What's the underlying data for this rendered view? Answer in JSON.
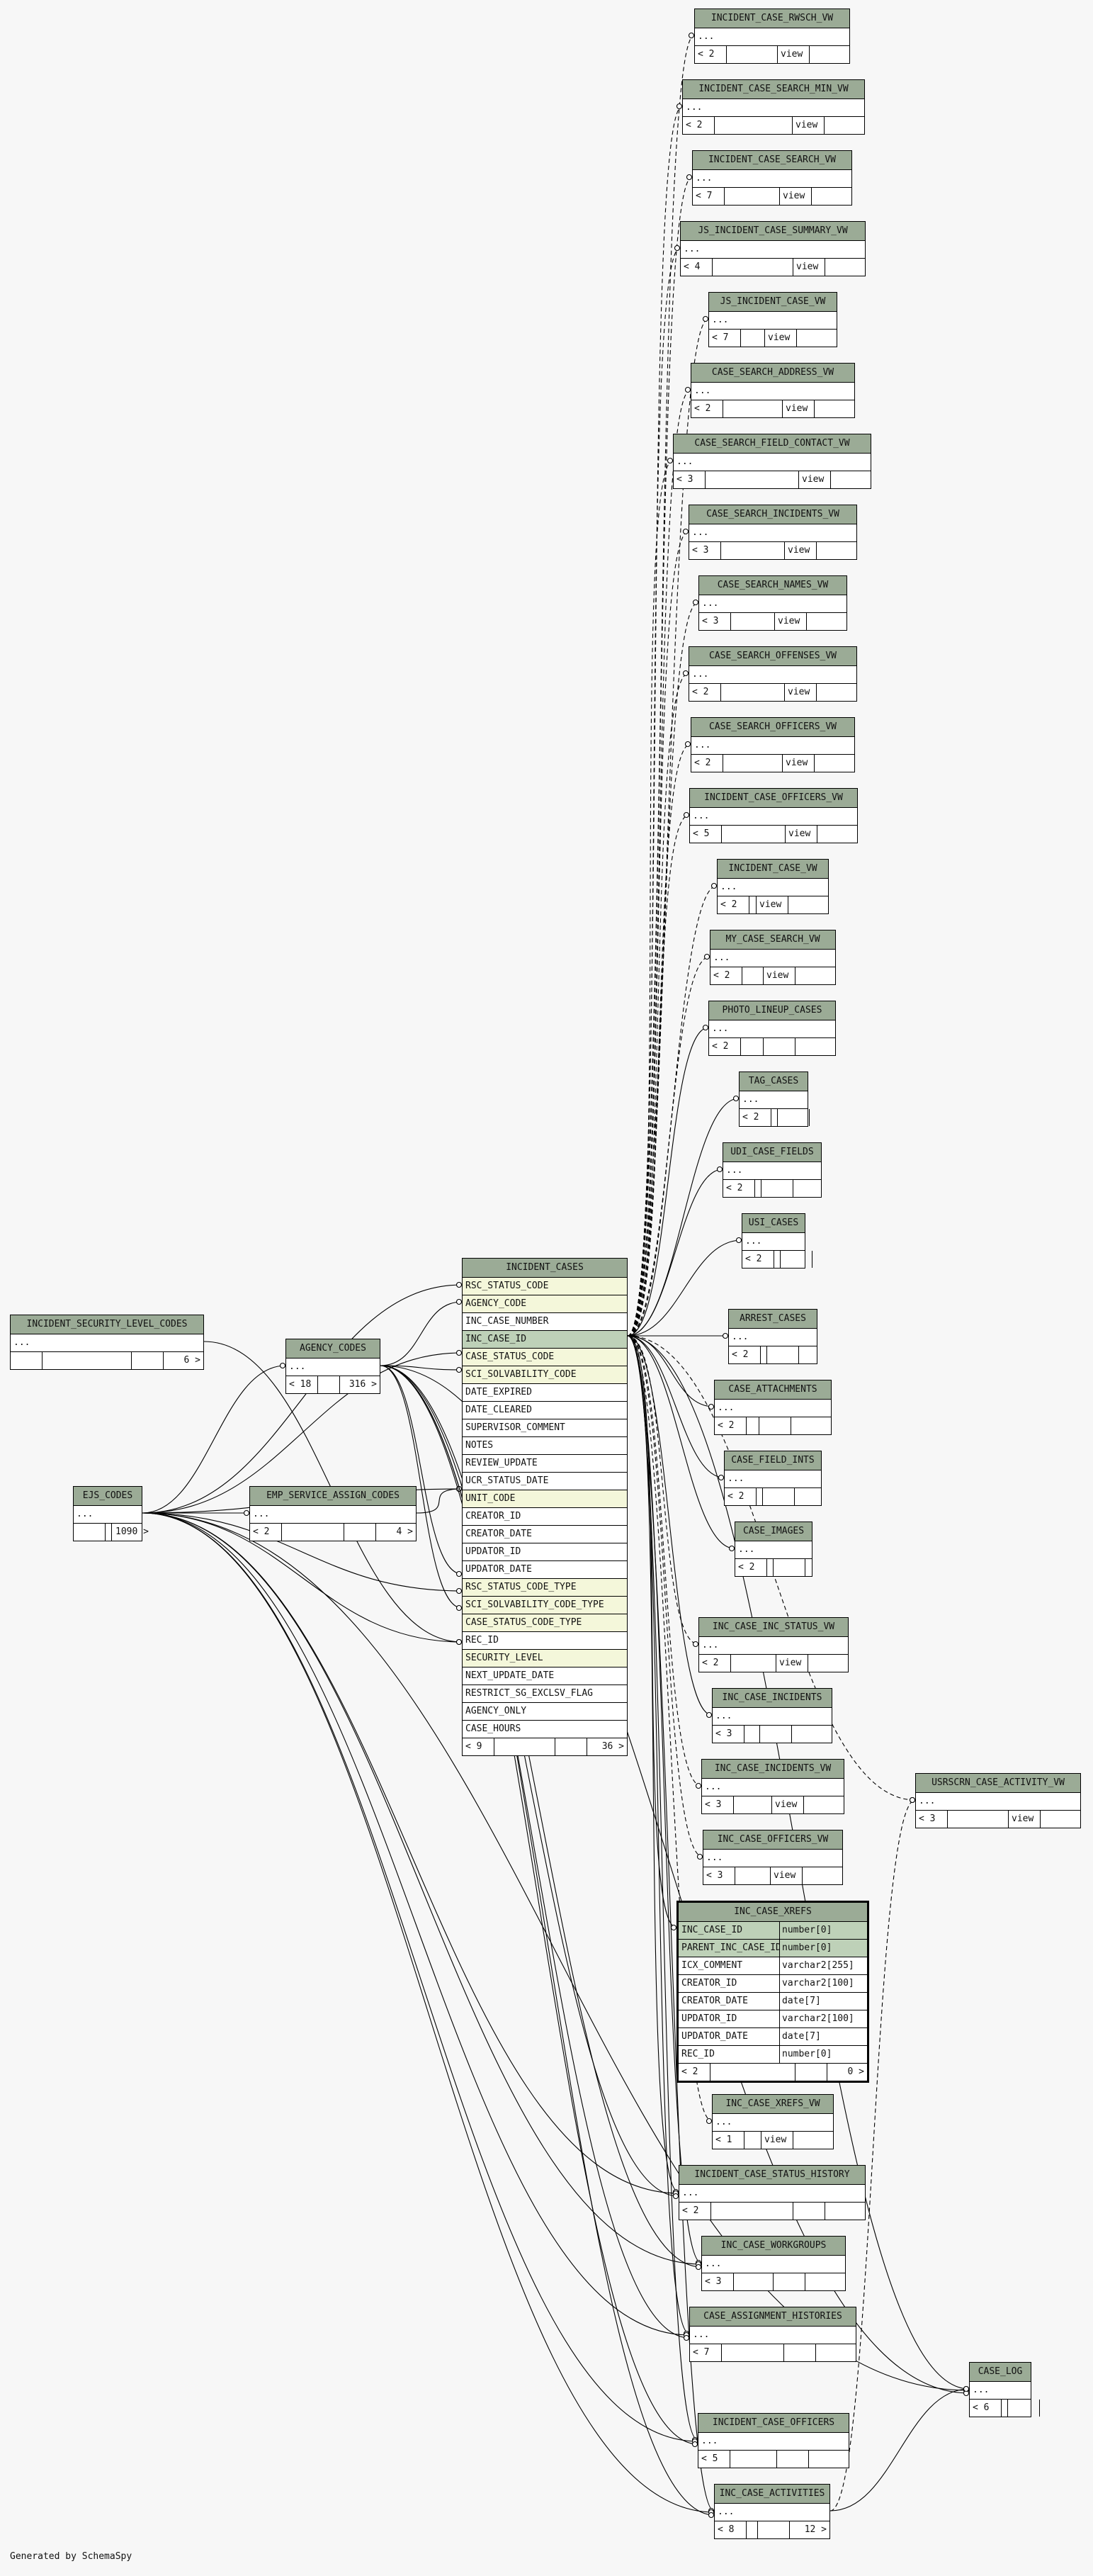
{
  "footer": "Generated by SchemaSpy",
  "tables": [
    {
      "id": "t_rwsch",
      "name": "INCIDENT_CASE_RWSCH_VW",
      "rows": [
        "..."
      ],
      "foot": [
        "< 2",
        "",
        "view",
        ""
      ]
    },
    {
      "id": "t_searchmin",
      "name": "INCIDENT_CASE_SEARCH_MIN_VW",
      "rows": [
        "..."
      ],
      "foot": [
        "< 2",
        "",
        "view",
        ""
      ]
    },
    {
      "id": "t_search",
      "name": "INCIDENT_CASE_SEARCH_VW",
      "rows": [
        "..."
      ],
      "foot": [
        "< 7",
        "",
        "view",
        ""
      ]
    },
    {
      "id": "t_jssum",
      "name": "JS_INCIDENT_CASE_SUMMARY_VW",
      "rows": [
        "..."
      ],
      "foot": [
        "< 4",
        "",
        "view",
        ""
      ]
    },
    {
      "id": "t_jsinc",
      "name": "JS_INCIDENT_CASE_VW",
      "rows": [
        "..."
      ],
      "foot": [
        "< 7",
        "",
        "view",
        ""
      ]
    },
    {
      "id": "t_addr",
      "name": "CASE_SEARCH_ADDRESS_VW",
      "rows": [
        "..."
      ],
      "foot": [
        "< 2",
        "",
        "view",
        ""
      ]
    },
    {
      "id": "t_field",
      "name": "CASE_SEARCH_FIELD_CONTACT_VW",
      "rows": [
        "..."
      ],
      "foot": [
        "< 3",
        "",
        "view",
        ""
      ]
    },
    {
      "id": "t_sinc",
      "name": "CASE_SEARCH_INCIDENTS_VW",
      "rows": [
        "..."
      ],
      "foot": [
        "< 3",
        "",
        "view",
        ""
      ]
    },
    {
      "id": "t_snames",
      "name": "CASE_SEARCH_NAMES_VW",
      "rows": [
        "..."
      ],
      "foot": [
        "< 3",
        "",
        "view",
        ""
      ]
    },
    {
      "id": "t_soff",
      "name": "CASE_SEARCH_OFFENSES_VW",
      "rows": [
        "..."
      ],
      "foot": [
        "< 2",
        "",
        "view",
        ""
      ]
    },
    {
      "id": "t_sofficers",
      "name": "CASE_SEARCH_OFFICERS_VW",
      "rows": [
        "..."
      ],
      "foot": [
        "< 2",
        "",
        "view",
        ""
      ]
    },
    {
      "id": "t_icoff",
      "name": "INCIDENT_CASE_OFFICERS_VW",
      "rows": [
        "..."
      ],
      "foot": [
        "< 5",
        "",
        "view",
        ""
      ]
    },
    {
      "id": "t_icvw",
      "name": "INCIDENT_CASE_VW",
      "rows": [
        "..."
      ],
      "foot": [
        "< 2",
        "",
        "view",
        ""
      ]
    },
    {
      "id": "t_mycase",
      "name": "MY_CASE_SEARCH_VW",
      "rows": [
        "..."
      ],
      "foot": [
        "< 2",
        "",
        "view",
        ""
      ]
    },
    {
      "id": "t_photo",
      "name": "PHOTO_LINEUP_CASES",
      "rows": [
        "..."
      ],
      "foot": [
        "< 2",
        "",
        "",
        ""
      ]
    },
    {
      "id": "t_tag",
      "name": "TAG_CASES",
      "rows": [
        "..."
      ],
      "foot": [
        "< 2",
        "",
        "",
        ""
      ]
    },
    {
      "id": "t_udi",
      "name": "UDI_CASE_FIELDS",
      "rows": [
        "..."
      ],
      "foot": [
        "< 2",
        "",
        "",
        ""
      ]
    },
    {
      "id": "t_usi",
      "name": "USI_CASES",
      "rows": [
        "..."
      ],
      "foot": [
        "< 2",
        "",
        "",
        ""
      ]
    },
    {
      "id": "t_arrest",
      "name": "ARREST_CASES",
      "rows": [
        "..."
      ],
      "foot": [
        "< 2",
        "",
        "",
        ""
      ]
    },
    {
      "id": "t_attach",
      "name": "CASE_ATTACHMENTS",
      "rows": [
        "..."
      ],
      "foot": [
        "< 2",
        "",
        "",
        ""
      ]
    },
    {
      "id": "t_fints",
      "name": "CASE_FIELD_INTS",
      "rows": [
        "..."
      ],
      "foot": [
        "< 2",
        "",
        "",
        ""
      ]
    },
    {
      "id": "t_images",
      "name": "CASE_IMAGES",
      "rows": [
        "..."
      ],
      "foot": [
        "< 2",
        "",
        "",
        ""
      ]
    },
    {
      "id": "t_incstat",
      "name": "INC_CASE_INC_STATUS_VW",
      "rows": [
        "..."
      ],
      "foot": [
        "< 2",
        "",
        "view",
        ""
      ]
    },
    {
      "id": "t_incinc",
      "name": "INC_CASE_INCIDENTS",
      "rows": [
        "..."
      ],
      "foot": [
        "< 3",
        "",
        "",
        ""
      ]
    },
    {
      "id": "t_incincvw",
      "name": "INC_CASE_INCIDENTS_VW",
      "rows": [
        "..."
      ],
      "foot": [
        "< 3",
        "",
        "view",
        ""
      ]
    },
    {
      "id": "t_incoffvw",
      "name": "INC_CASE_OFFICERS_VW",
      "rows": [
        "..."
      ],
      "foot": [
        "< 3",
        "",
        "view",
        ""
      ]
    },
    {
      "id": "t_xrefs",
      "name": "INC_CASE_XREFS",
      "focus": true,
      "cols": [
        {
          "name": "INC_CASE_ID",
          "type": "number[0]",
          "kind": "pk"
        },
        {
          "name": "PARENT_INC_CASE_ID",
          "type": "number[0]",
          "kind": "pk"
        },
        {
          "name": "ICX_COMMENT",
          "type": "varchar2[255]",
          "kind": ""
        },
        {
          "name": "CREATOR_ID",
          "type": "varchar2[100]",
          "kind": ""
        },
        {
          "name": "CREATOR_DATE",
          "type": "date[7]",
          "kind": ""
        },
        {
          "name": "UPDATOR_ID",
          "type": "varchar2[100]",
          "kind": ""
        },
        {
          "name": "UPDATOR_DATE",
          "type": "date[7]",
          "kind": ""
        },
        {
          "name": "REC_ID",
          "type": "number[0]",
          "kind": ""
        }
      ],
      "foot": [
        "< 2",
        "",
        "",
        "0 >"
      ]
    },
    {
      "id": "t_xrefsvw",
      "name": "INC_CASE_XREFS_VW",
      "rows": [
        "..."
      ],
      "foot": [
        "< 1",
        "",
        "view",
        ""
      ]
    },
    {
      "id": "t_hist",
      "name": "INCIDENT_CASE_STATUS_HISTORY",
      "rows": [
        "..."
      ],
      "foot": [
        "< 2",
        "",
        "",
        ""
      ]
    },
    {
      "id": "t_wg",
      "name": "INC_CASE_WORKGROUPS",
      "rows": [
        "..."
      ],
      "foot": [
        "< 3",
        "",
        "",
        ""
      ]
    },
    {
      "id": "t_assign",
      "name": "CASE_ASSIGNMENT_HISTORIES",
      "rows": [
        "..."
      ],
      "foot": [
        "< 7",
        "",
        "",
        ""
      ]
    },
    {
      "id": "t_icofficers",
      "name": "INCIDENT_CASE_OFFICERS",
      "rows": [
        "..."
      ],
      "foot": [
        "< 5",
        "",
        "",
        ""
      ]
    },
    {
      "id": "t_activities",
      "name": "INC_CASE_ACTIVITIES",
      "rows": [
        "..."
      ],
      "foot": [
        "< 8",
        "",
        "",
        "12 >"
      ]
    },
    {
      "id": "t_caselog",
      "name": "CASE_LOG",
      "rows": [
        "..."
      ],
      "foot": [
        "< 6",
        "",
        "",
        ""
      ]
    },
    {
      "id": "t_usrscrn",
      "name": "USRSCRN_CASE_ACTIVITY_VW",
      "rows": [
        "..."
      ],
      "foot": [
        "< 3",
        "",
        "view",
        ""
      ]
    },
    {
      "id": "t_seclevel",
      "name": "INCIDENT_SECURITY_LEVEL_CODES",
      "rows": [
        "..."
      ],
      "foot": [
        "",
        "",
        "",
        "6 >"
      ]
    },
    {
      "id": "t_agency",
      "name": "AGENCY_CODES",
      "rows": [
        "..."
      ],
      "foot": [
        "< 18",
        "",
        "316 >"
      ]
    },
    {
      "id": "t_ejs",
      "name": "EJS_CODES",
      "rows": [
        "..."
      ],
      "foot": [
        "",
        "",
        "1090 >"
      ]
    },
    {
      "id": "t_emp",
      "name": "EMP_SERVICE_ASSIGN_CODES",
      "rows": [
        "..."
      ],
      "foot": [
        "< 2",
        "",
        "",
        "4 >"
      ]
    },
    {
      "id": "t_cases",
      "name": "INCIDENT_CASES",
      "cols": [
        {
          "name": "RSC_STATUS_CODE",
          "kind": "key"
        },
        {
          "name": "AGENCY_CODE",
          "kind": "key"
        },
        {
          "name": "INC_CASE_NUMBER",
          "kind": ""
        },
        {
          "name": "INC_CASE_ID",
          "kind": "pk"
        },
        {
          "name": "CASE_STATUS_CODE",
          "kind": "key"
        },
        {
          "name": "SCI_SOLVABILITY_CODE",
          "kind": "key"
        },
        {
          "name": "DATE_EXPIRED",
          "kind": ""
        },
        {
          "name": "DATE_CLEARED",
          "kind": ""
        },
        {
          "name": "SUPERVISOR_COMMENT",
          "kind": ""
        },
        {
          "name": "NOTES",
          "kind": ""
        },
        {
          "name": "REVIEW_UPDATE",
          "kind": ""
        },
        {
          "name": "UCR_STATUS_DATE",
          "kind": ""
        },
        {
          "name": "UNIT_CODE",
          "kind": "key"
        },
        {
          "name": "CREATOR_ID",
          "kind": ""
        },
        {
          "name": "CREATOR_DATE",
          "kind": ""
        },
        {
          "name": "UPDATOR_ID",
          "kind": ""
        },
        {
          "name": "UPDATOR_DATE",
          "kind": ""
        },
        {
          "name": "RSC_STATUS_CODE_TYPE",
          "kind": "key"
        },
        {
          "name": "SCI_SOLVABILITY_CODE_TYPE",
          "kind": "key"
        },
        {
          "name": "CASE_STATUS_CODE_TYPE",
          "kind": "key"
        },
        {
          "name": "REC_ID",
          "kind": ""
        },
        {
          "name": "SECURITY_LEVEL",
          "kind": "key"
        },
        {
          "name": "NEXT_UPDATE_DATE",
          "kind": ""
        },
        {
          "name": "RESTRICT_SG_EXCLSV_FLAG",
          "kind": ""
        },
        {
          "name": "AGENCY_ONLY",
          "kind": ""
        },
        {
          "name": "CASE_HOURS",
          "kind": ""
        }
      ],
      "foot": [
        "< 9",
        "",
        "",
        "36 >"
      ]
    }
  ]
}
